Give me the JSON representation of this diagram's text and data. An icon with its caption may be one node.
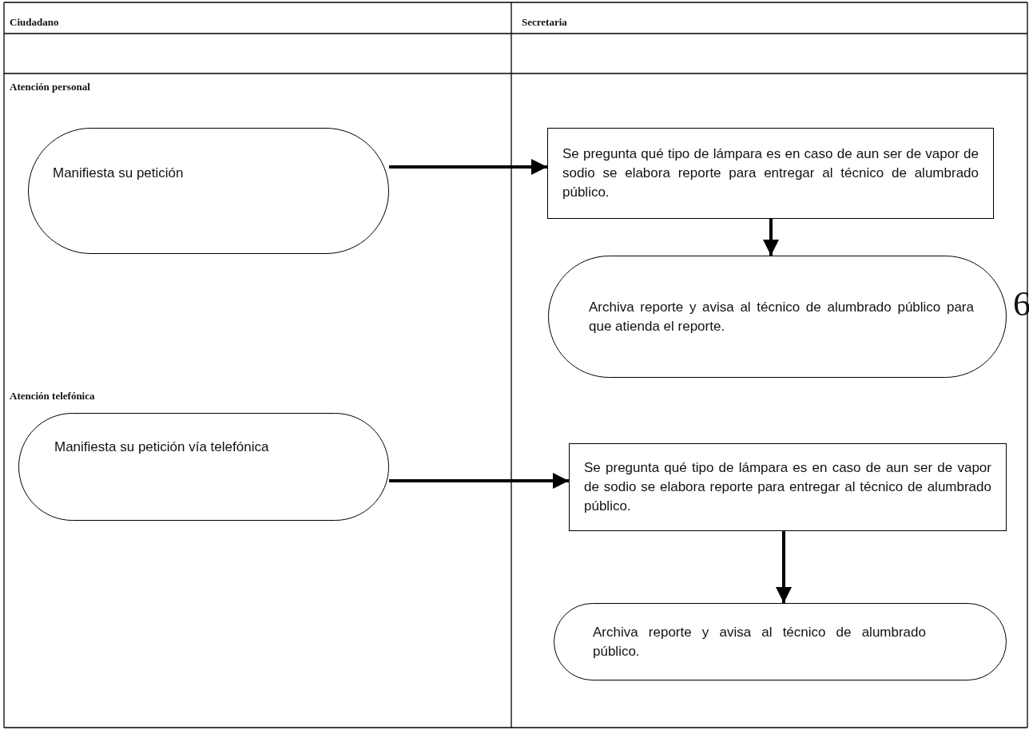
{
  "diagram": {
    "nodes": [
      {
        "text": [
          "Manifiesta su petición"
        ]
      },
      {
        "text": [
          "Se pregunta qué tipo de lámpara es en caso de aun ser de vapor de sodio se elabora reporte para entregar al técnico de alumbrado público."
        ]
      },
      {
        "text": [
          "Archiva reporte y avisa al técnico de alumbrado público para que atienda el reporte."
        ]
      },
      {
        "text": [
          "Manifiesta su petición vía telefónica"
        ]
      },
      {
        "text": [
          "Se pregunta qué tipo de lámpara es en caso de aun ser de vapor de sodio se elabora reporte para entregar al técnico de alumbrado público."
        ]
      },
      {
        "text": [
          "Archiva reporte y avisa al técnico de alumbrado público."
        ]
      }
    ],
    "edges": [
      {
        "from": 0,
        "to": 1,
        "arrow": "to"
      },
      {
        "from": 1,
        "to": 2,
        "arrow": "to"
      },
      {
        "from": 3,
        "to": 4,
        "arrow": "to"
      },
      {
        "from": 4,
        "to": 5,
        "arrow": "to"
      }
    ],
    "labels": [
      "Ciudadano",
      "Secretaria",
      "Atención personal",
      "Atención telefónica",
      "6"
    ]
  }
}
